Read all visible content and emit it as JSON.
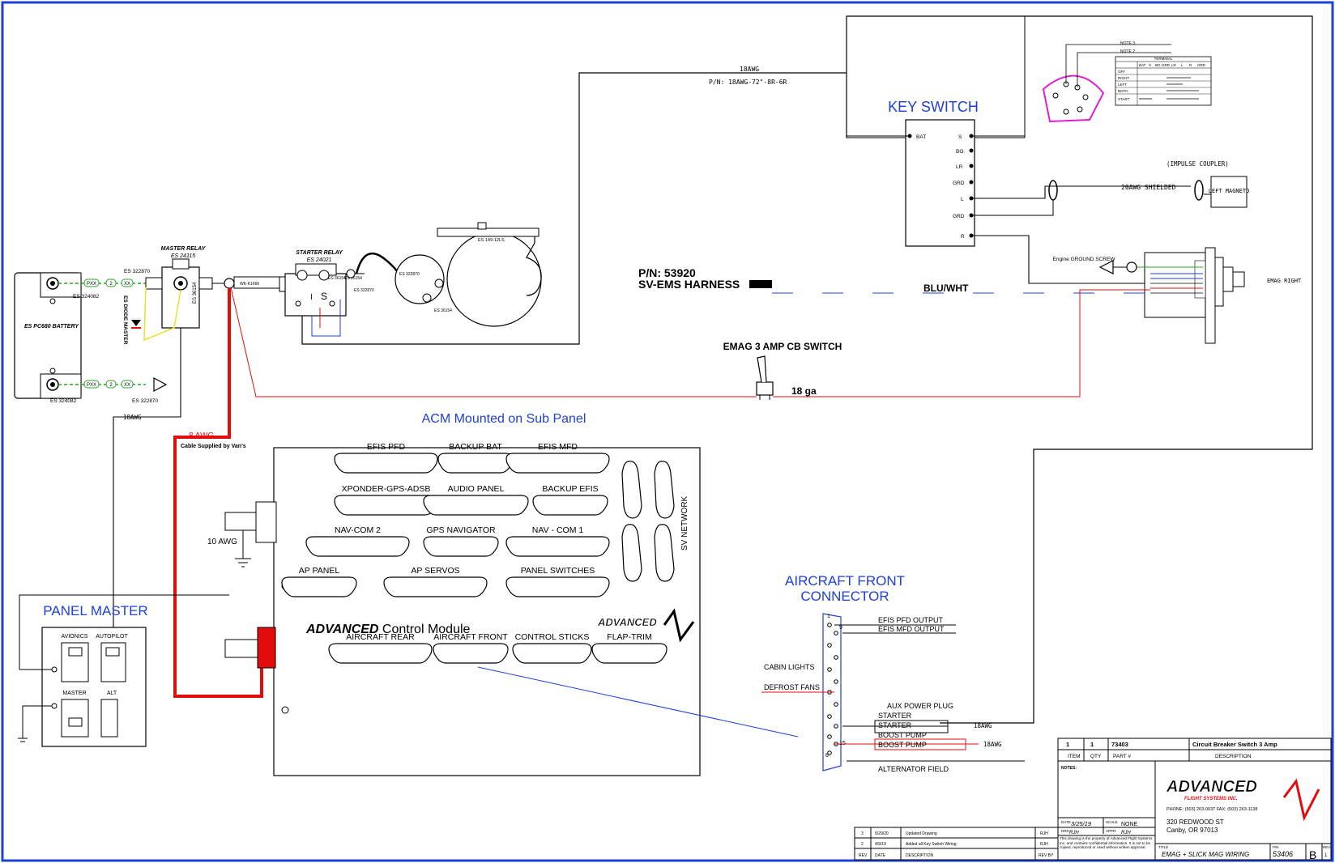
{
  "key_switch": {
    "title": "KEY SWITCH",
    "terminals": [
      "BAT",
      "S",
      "BO",
      "LR",
      "GRD",
      "L",
      "GRD",
      "R"
    ],
    "terminal_table_header": "TERMINAL",
    "terminal_table_cols": [
      "BAT",
      "S",
      "BO",
      "GRD",
      "LR",
      "L",
      "R",
      "GRD"
    ],
    "terminal_table_rows": [
      "OFF",
      "RIGHT",
      "LEFT",
      "BOTH",
      "START"
    ],
    "note_labels": [
      "NOTE 3",
      "NOTE 2"
    ]
  },
  "wires": {
    "top_gauge": "18AWG",
    "top_pn": "P/N: 18AWG-72\"-8R-6R",
    "shielded": "20AWG SHIELDED",
    "impulse_coupler": "(IMPULSE COUPLER)",
    "left_magneto": "LEFT MAGNETO",
    "engine_ground": "Engine GROUND SCREW",
    "emag_right": "EMAG RIGHT",
    "harness_pn": "P/N: 53920",
    "harness_name": "SV-EMS HARNESS",
    "blu_wht": "BLU/WHT",
    "cb_switch": "EMAG 3 AMP CB SWITCH",
    "ga18": "18 ga",
    "battery_18awg": "18AWG",
    "awg8": "8 AWG",
    "vans": "Cable Supplied by Van's",
    "awg10": "10 AWG",
    "front_18awg_1": "18AWG",
    "front_18awg_2": "18AWG"
  },
  "battery": {
    "name": "ES PC680 BATTERY",
    "part_top": "ES 324082",
    "part_bottom": "ES 324082",
    "pxx": "PXX",
    "two": "2",
    "xx": "XX",
    "part_322870_top": "ES 322870",
    "part_322870_bottom": "ES 322870",
    "diode": "ES DIODE MASTER"
  },
  "master_relay": {
    "title": "MASTER RELAY",
    "part": "ES 24115",
    "side": "ES 36154"
  },
  "starter_relay": {
    "title": "STARTER RELAY",
    "part": "ES 24021",
    "wk": "WK-K1666",
    "s": "S",
    "i": "I",
    "p1": "ES 322870",
    "p2": "ES 322870",
    "p3": "ES 36154",
    "p4": "ES 36154"
  },
  "starter": {
    "part": "ES 149-12LS"
  },
  "acm": {
    "subtitle": "ACM Mounted on Sub Panel",
    "brand": "ADVANCED",
    "title_rest": " Control Module",
    "logo_text": "ADVANCED",
    "network": "SV NETWORK",
    "connectors": [
      "EFIS PFD",
      "BACKUP BAT",
      "EFIS MFD",
      "XPONDER-GPS-ADSB",
      "AUDIO PANEL",
      "BACKUP EFIS",
      "NAV-COM 2",
      "GPS NAVIGATOR",
      "NAV - COM 1",
      "AP PANEL",
      "AP SERVOS",
      "PANEL SWITCHES",
      "AIRCRAFT REAR",
      "AIRCRAFT FRONT",
      "CONTROL STICKS",
      "FLAP-TRIM"
    ]
  },
  "panel_master": {
    "title": "PANEL MASTER",
    "switches": [
      "AVIONICS",
      "AUTOPILOT",
      "MASTER",
      "ALT"
    ]
  },
  "front_connector": {
    "title_line1": "AIRCRAFT FRONT",
    "title_line2": "CONNECTOR",
    "pins": [
      "1",
      "9",
      "15",
      "8"
    ],
    "signals": [
      "EFIS PFD OUTPUT",
      "EFIS MFD OUTPUT",
      "CABIN LIGHTS",
      "DEFROST FANS",
      "AUX POWER PLUG",
      "STARTER",
      "STARTER",
      "BOOST PUMP",
      "BOOST PUMP",
      "ALTERNATOR FIELD"
    ]
  },
  "title_block": {
    "item": "1",
    "qty": "1",
    "part": "73403",
    "desc": "Circuit Breaker Switch 3 Amp",
    "col_item": "ITEM",
    "col_qty": "QTY",
    "col_part": "PART #",
    "col_desc": "DESCRIPTION",
    "notes": "NOTES:",
    "date_label": "DATE",
    "date": "3/25/19",
    "scale_label": "SCALE",
    "scale": "NONE",
    "drn_label": "DRN",
    "drn": "RJH",
    "appr_label": "APPR.",
    "appr": "RJH",
    "disclaimer": "This drawing is the property of Advanced Flight Systems Inc. and contains confidential information. It is not to be copied, reproduced or used without written approval.",
    "company": "ADVANCED",
    "company_sub": "FLIGHT SYSTEMS INC.",
    "phone": "PHONE: (503) 263-0037  FAX: (503) 263-1138",
    "addr1": "320 REDWOOD ST",
    "addr2": "Canby, OR 97013",
    "title_label": "TITLE",
    "title": "EMAG + SLICK MAG WIRING",
    "pn_label": "P/N",
    "pn": "53406",
    "rev_label": "REV.",
    "rev": "B",
    "rev_num": "1"
  },
  "revisions": [
    {
      "rev": "3",
      "date": "5/29/20",
      "desc": "Updated Drawing",
      "by": "RJH"
    },
    {
      "rev": "2",
      "date": "4/9/19",
      "desc": "Added all Key Switch Wiring",
      "by": "RJH"
    }
  ],
  "rev_header": {
    "rev": "REV",
    "date": "DATE",
    "desc": "DESCRIPTION",
    "by": "REV BY"
  }
}
